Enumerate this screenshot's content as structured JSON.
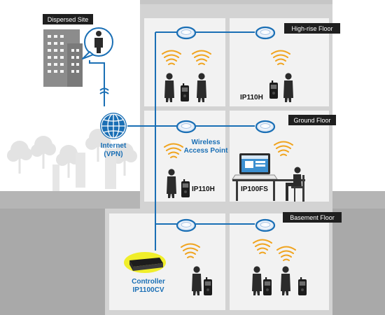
{
  "labels": {
    "dispersed_site": "Dispersed Site",
    "high_rise_floor": "High-rise Floor",
    "ground_floor": "Ground Floor",
    "basement_floor": "Basement Floor",
    "internet_line1": "Internet",
    "internet_line2": "(VPN)",
    "wireless_line1": "Wireless",
    "wireless_line2": "Access Point",
    "ip110h_high": "IP110H",
    "ip110h_ground": "IP110H",
    "ip100fs": "IP100FS",
    "controller_line1": "Controller",
    "controller_line2": "IP1100CV"
  },
  "colors": {
    "network_line": "#1a6fb5",
    "label_box": "#1f1f1f",
    "building_wall": "#c9c9c9",
    "floor_fill": "#eeeeee",
    "ground_fill": "#a9a9a9",
    "controller_highlight": "#f0ee2a",
    "radio_waves": "#f0a41f",
    "person": "#2b2b2b"
  },
  "icons": [
    "office-building-icon",
    "globe-icon",
    "access-point-icon",
    "radio-waves-icon",
    "person-icon",
    "handheld-radio-icon",
    "laptop-icon",
    "desk-chair-icon",
    "controller-icon",
    "tree-icon"
  ]
}
